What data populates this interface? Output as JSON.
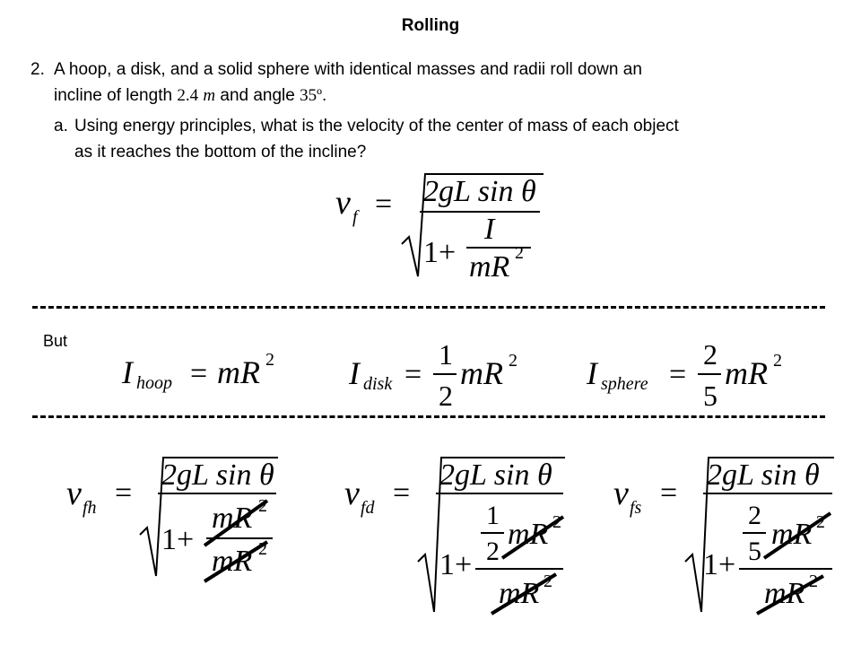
{
  "title": "Rolling",
  "problem": {
    "number": "2.",
    "line1": "A hoop, a disk, and a solid sphere with identical masses and radii roll down an",
    "line2_pre": "incline of length",
    "length": "2.4",
    "length_unit": "m",
    "line2_mid": "and angle",
    "angle": "35º",
    "line2_end": "."
  },
  "part_a": {
    "letter": "a.",
    "line1": "Using energy principles, what is the velocity of the center of mass of each object",
    "line2": "as it reaches the bottom of the incline?"
  },
  "but_label": "But",
  "general_formula": {
    "lhs": "v",
    "lhs_sub": "f",
    "numerator": "2gL sin θ",
    "one_plus": "1+",
    "inner_num": "I",
    "inner_den": "mR"
  },
  "moments": {
    "hoop": {
      "sym": "I",
      "sub": "hoop",
      "rhs": "mR"
    },
    "disk": {
      "sym": "I",
      "sub": "disk",
      "coef_num": "1",
      "coef_den": "2",
      "rhs": "mR"
    },
    "sphere": {
      "sym": "I",
      "sub": "sphere",
      "coef_num": "2",
      "coef_den": "5",
      "rhs": "mR"
    }
  },
  "results": {
    "hoop": {
      "lhs": "v",
      "sub": "fh"
    },
    "disk": {
      "lhs": "v",
      "sub": "fd",
      "coef_num": "1",
      "coef_den": "2"
    },
    "sphere": {
      "lhs": "v",
      "sub": "fs",
      "coef_num": "2",
      "coef_den": "5"
    },
    "numerator": "2gL sin θ",
    "one_plus": "1+",
    "mR": "mR",
    "squared": "2"
  }
}
